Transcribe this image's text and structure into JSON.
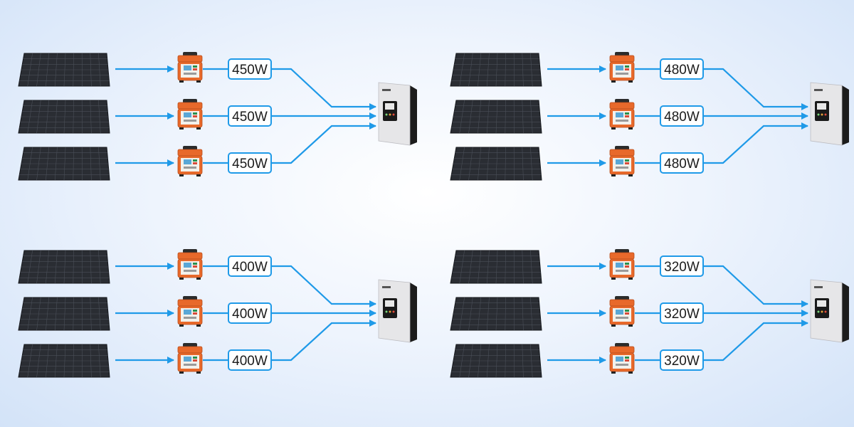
{
  "colors": {
    "arrow": "#1f9ae8",
    "label_border": "#1f9ae8",
    "panel": "#2a2d33",
    "tester_body": "#e8692b",
    "inverter_body": "#e6e6e8",
    "inverter_side": "#1c1c1c"
  },
  "icons": {
    "panel": "solar-panel-icon",
    "tester": "solar-tester-icon",
    "inverter": "inverter-icon"
  },
  "groups": [
    {
      "name": "top-left",
      "watts": [
        "450W",
        "450W",
        "450W"
      ]
    },
    {
      "name": "top-right",
      "watts": [
        "480W",
        "480W",
        "480W"
      ]
    },
    {
      "name": "bottom-left",
      "watts": [
        "400W",
        "400W",
        "400W"
      ]
    },
    {
      "name": "bottom-right",
      "watts": [
        "320W",
        "320W",
        "320W"
      ]
    }
  ]
}
